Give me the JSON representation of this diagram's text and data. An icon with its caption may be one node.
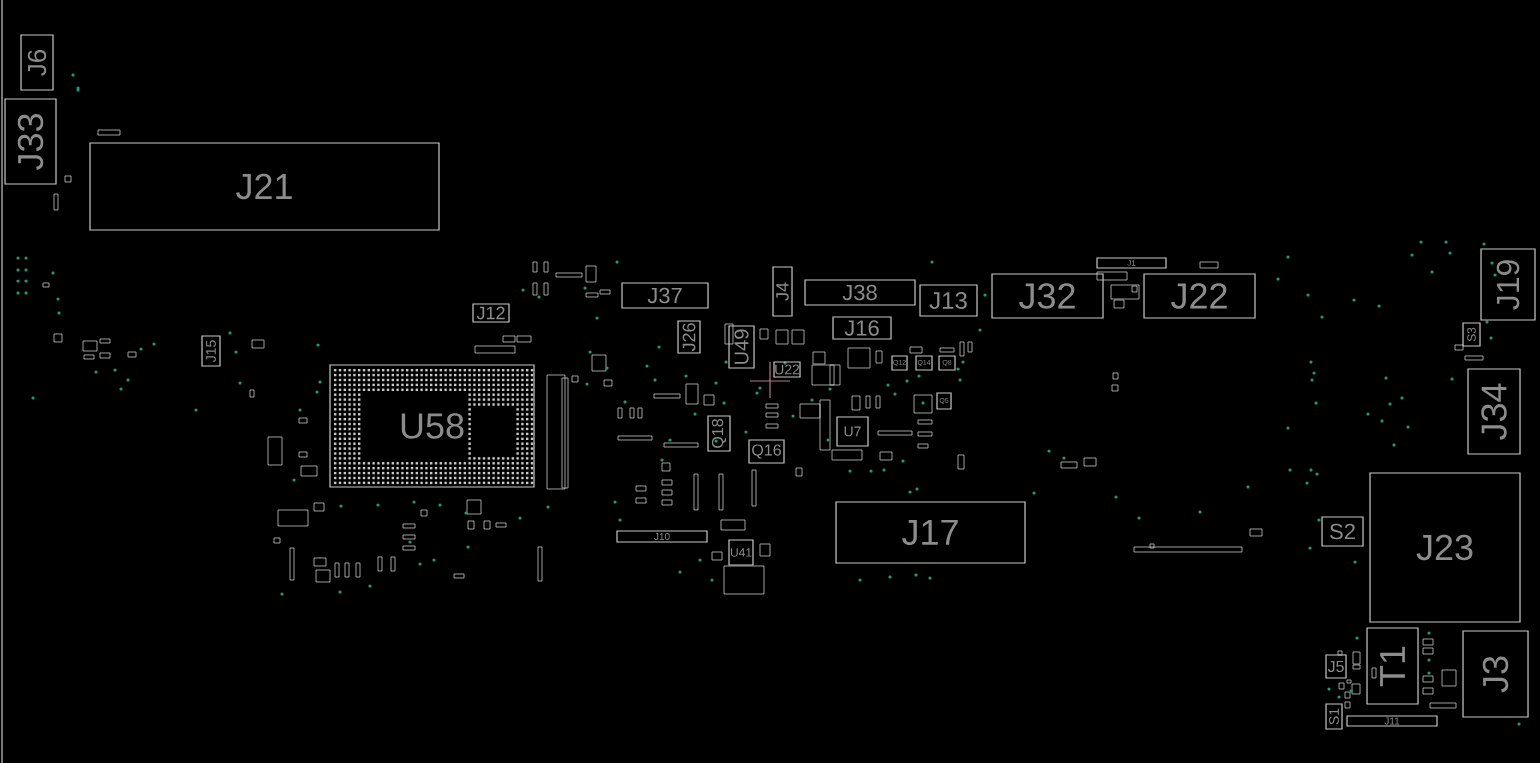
{
  "diagram": {
    "nodes": [
      {
        "text": [
          "J6"
        ]
      },
      {
        "text": [
          "J33"
        ]
      },
      {
        "text": [
          "J21"
        ]
      },
      {
        "text": [
          "J12"
        ]
      },
      {
        "text": [
          "J15"
        ]
      },
      {
        "text": [
          "U58"
        ]
      },
      {
        "text": [
          "J37"
        ]
      },
      {
        "text": [
          "J26"
        ]
      },
      {
        "text": [
          "J4"
        ]
      },
      {
        "text": [
          "U49"
        ]
      },
      {
        "text": [
          "U22"
        ]
      },
      {
        "text": [
          "Q18"
        ]
      },
      {
        "text": [
          "Q16"
        ]
      },
      {
        "text": [
          "J38"
        ]
      },
      {
        "text": [
          "J13"
        ]
      },
      {
        "text": [
          "J16"
        ]
      },
      {
        "text": [
          "Q12"
        ]
      },
      {
        "text": [
          "Q14"
        ]
      },
      {
        "text": [
          "Q8"
        ]
      },
      {
        "text": [
          "Q5"
        ]
      },
      {
        "text": [
          "U7"
        ]
      },
      {
        "text": [
          "J1"
        ]
      },
      {
        "text": [
          "J32"
        ]
      },
      {
        "text": [
          "J22"
        ]
      },
      {
        "text": [
          "J19"
        ]
      },
      {
        "text": [
          "S3"
        ]
      },
      {
        "text": [
          "J34"
        ]
      },
      {
        "text": [
          "J10"
        ]
      },
      {
        "text": [
          "U41"
        ]
      },
      {
        "text": [
          "J17"
        ]
      },
      {
        "text": [
          "S2"
        ]
      },
      {
        "text": [
          "J23"
        ]
      },
      {
        "text": [
          "T1"
        ]
      },
      {
        "text": [
          "J3"
        ]
      },
      {
        "text": [
          "J5"
        ]
      },
      {
        "text": [
          "S1"
        ]
      },
      {
        "text": [
          "J11"
        ]
      }
    ]
  }
}
